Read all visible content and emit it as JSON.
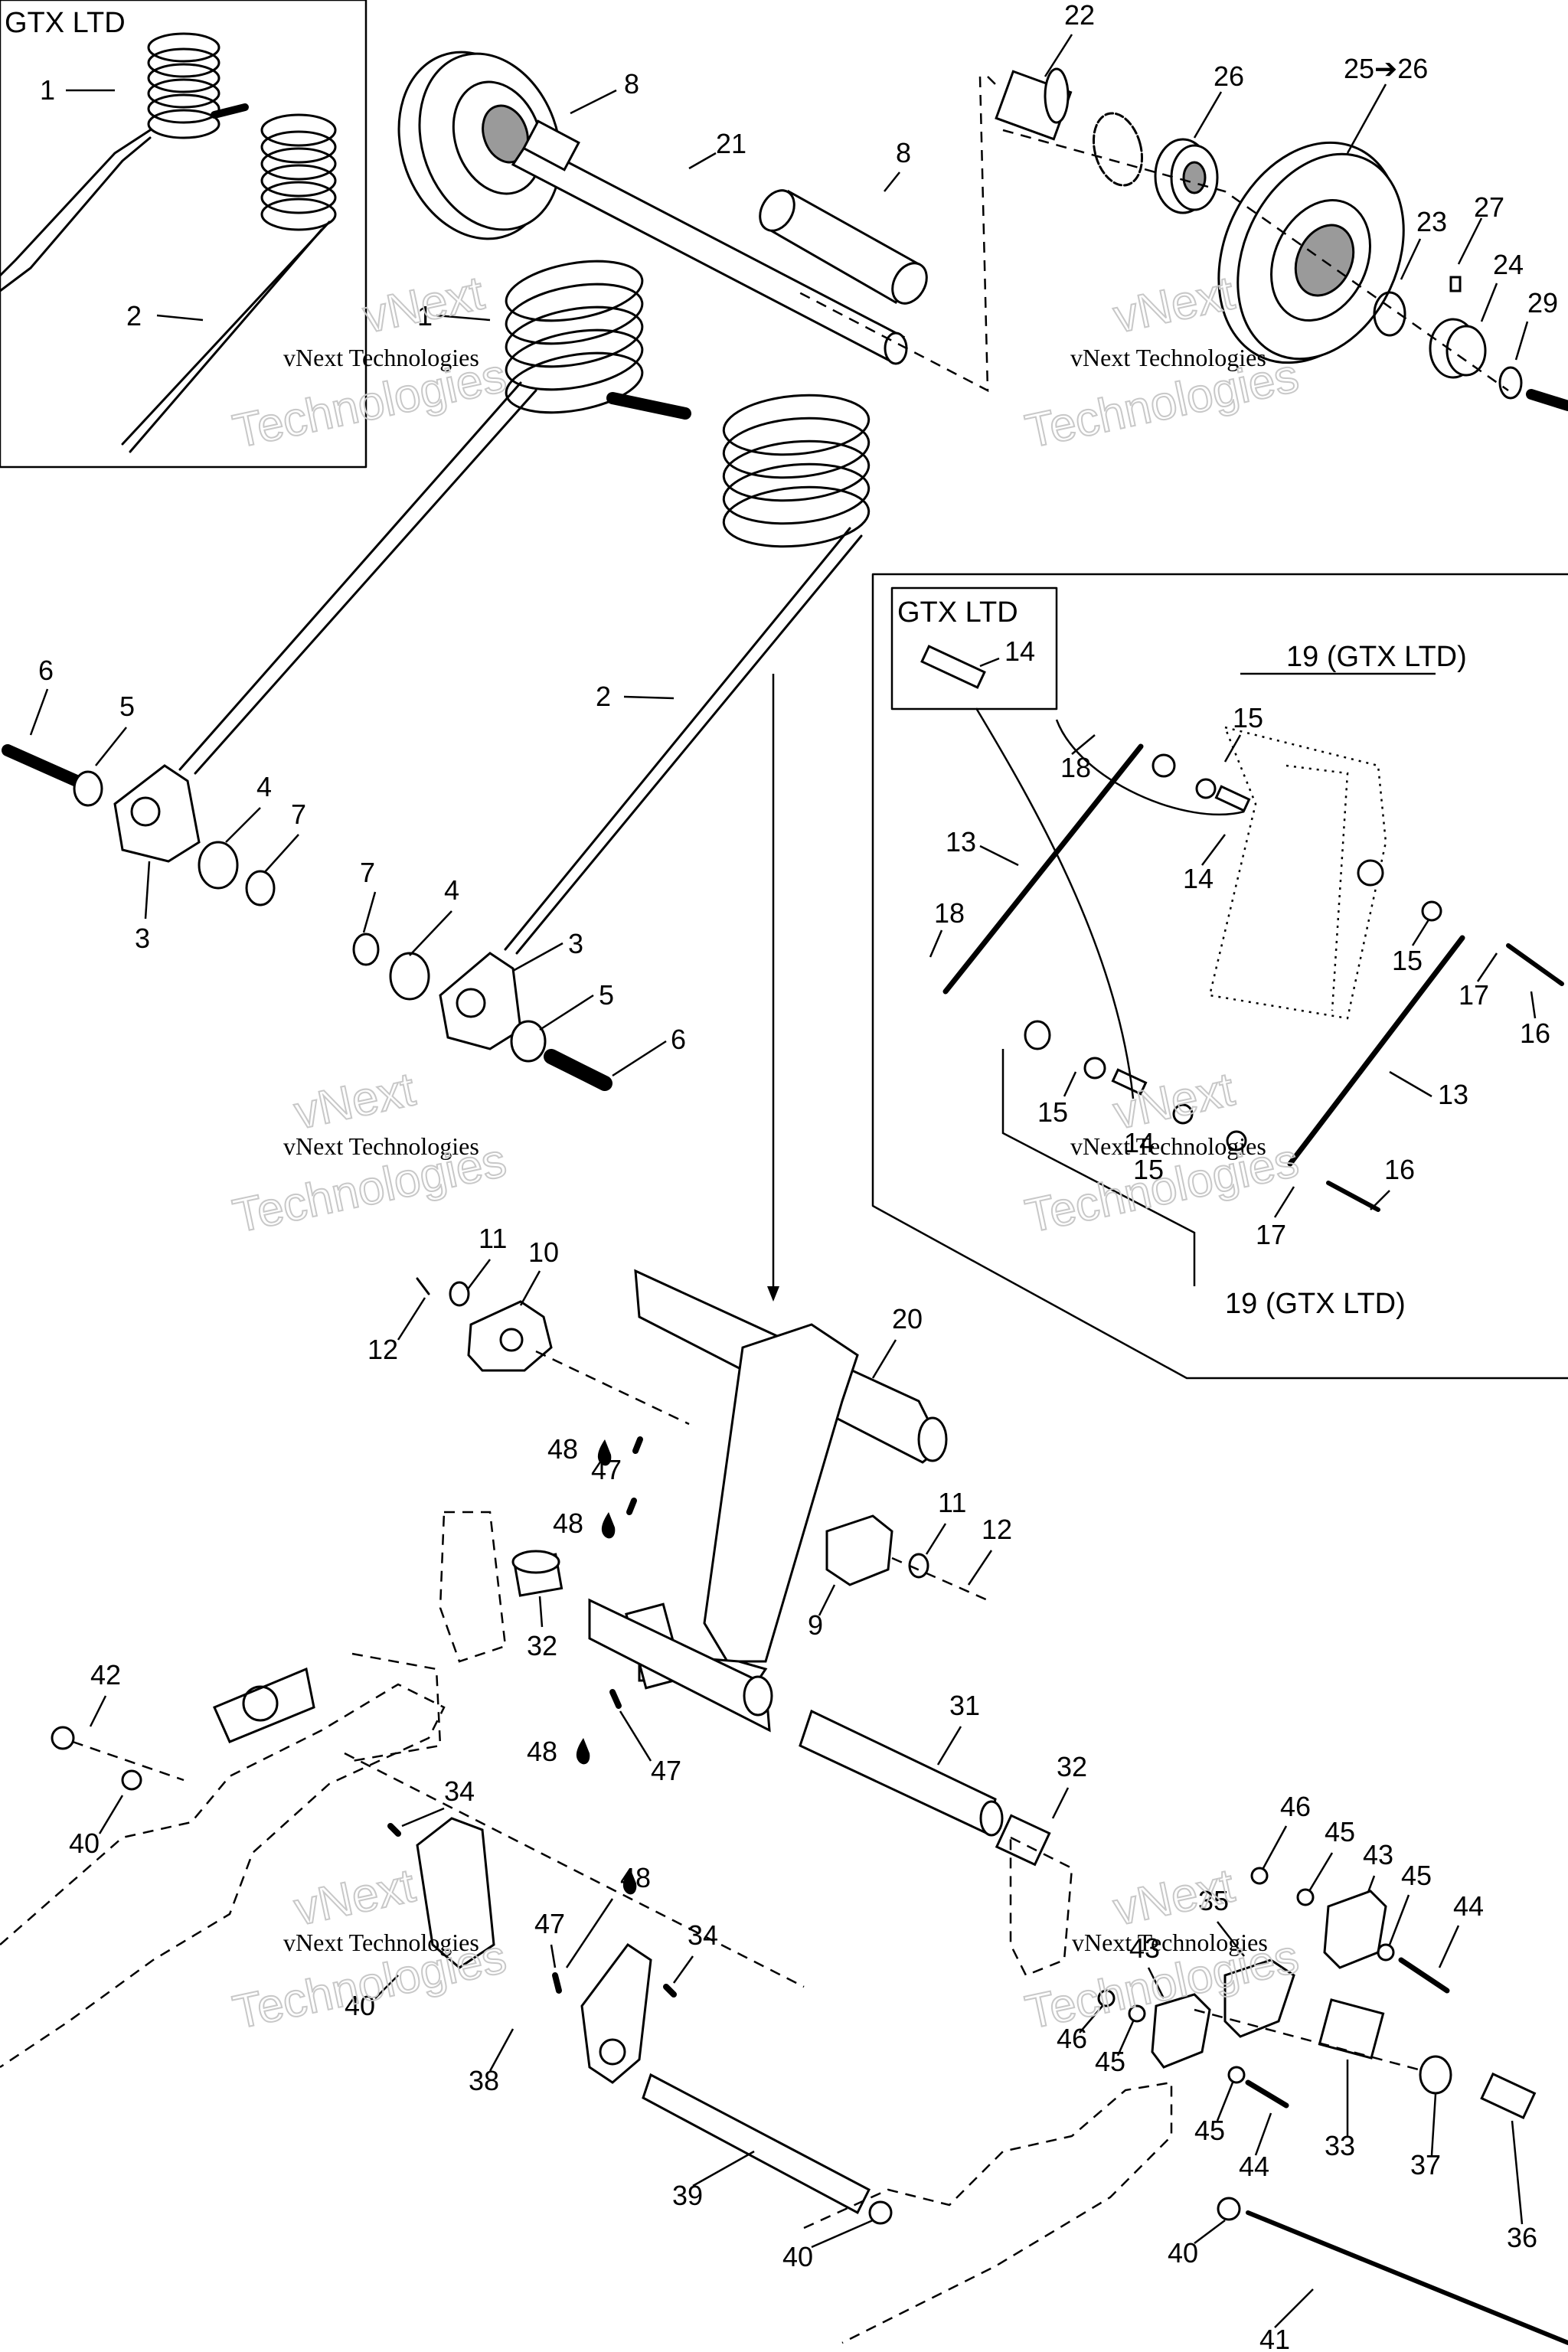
{
  "inset_boxes": {
    "top_left": "GTX LTD",
    "right": "GTX LTD",
    "right_group_top": "19 (GTX LTD)",
    "right_group_bottom": "19 (GTX LTD)"
  },
  "watermark": {
    "line1": "vNext Technologies",
    "line2": "Technologies",
    "line3": "vNext"
  },
  "callouts": {
    "c1a": "1",
    "c2a": "2",
    "c8a": "8",
    "c21": "21",
    "c8b": "8",
    "c22": "22",
    "c26": "26",
    "c2526": "25➔26",
    "c23": "23",
    "c27": "27",
    "c24": "24",
    "c29": "29",
    "c1b": "1",
    "c2b": "2",
    "c6a": "6",
    "c5a": "5",
    "c4a": "4",
    "c7a": "7",
    "c3a": "3",
    "c7b": "7",
    "c4b": "4",
    "c3b": "3",
    "c5b": "5",
    "c6b": "6",
    "c14a": "14",
    "c15a": "15",
    "c18a": "18",
    "c13a": "13",
    "c14b": "14",
    "c18b": "18",
    "c15b": "15",
    "c17a": "17",
    "c16a": "16",
    "c13b": "13",
    "c15c": "15",
    "c14c": "14",
    "c15d": "15",
    "c16b": "16",
    "c17b": "17",
    "c11a": "11",
    "c10": "10",
    "c12a": "12",
    "c20": "20",
    "c48a": "48",
    "c47a": "47",
    "c48b": "48",
    "c11b": "11",
    "c12b": "12",
    "c9": "9",
    "c32a": "32",
    "c31": "31",
    "c42": "42",
    "c48c": "48",
    "c47b": "47",
    "c40a": "40",
    "c34a": "34",
    "c32b": "32",
    "c46a": "46",
    "c45a": "45",
    "c43a": "43",
    "c45b": "45",
    "c44a": "44",
    "c48d": "48",
    "c34b": "34",
    "c35": "35",
    "c47c": "47",
    "c43b": "43",
    "c40b": "40",
    "c46b": "46",
    "c45c": "45",
    "c38": "38",
    "c45d": "45",
    "c44b": "44",
    "c33": "33",
    "c37": "37",
    "c36": "36",
    "c39": "39",
    "c40c": "40",
    "c40d": "40",
    "c41": "41"
  }
}
